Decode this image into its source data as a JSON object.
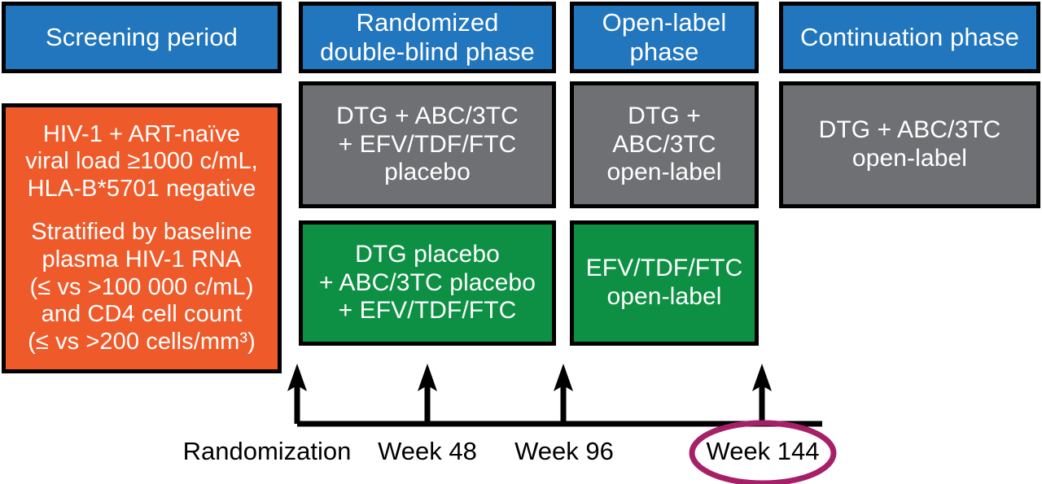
{
  "diagram": {
    "title": "Clinical trial design schematic",
    "colors": {
      "phase_header": "#2176bd",
      "population": "#ef5a2a",
      "arm_gray": "#6e7073",
      "arm_green": "#0d9044",
      "border": "#000000",
      "highlight_ellipse": "#a62068",
      "timeline": "#000000"
    },
    "phases": [
      {
        "id": "screening",
        "label": "Screening period"
      },
      {
        "id": "randomized-double-blind",
        "label": "Randomized\ndouble-blind phase"
      },
      {
        "id": "open-label",
        "label": "Open-label\nphase"
      },
      {
        "id": "continuation",
        "label": "Continuation phase"
      }
    ],
    "population": {
      "paragraph_1": "HIV-1 + ART-naïve\nviral load ≥1000 c/mL,\nHLA-B*5701 negative",
      "paragraph_2": "Stratified by baseline\nplasma HIV-1 RNA\n(≤ vs >100 000 c/mL)\nand CD4 cell count\n(≤ vs >200 cells/mm³)"
    },
    "arms": {
      "dtg_arm": [
        {
          "id": "dtg-double-blind",
          "label": "DTG + ABC/3TC\n+ EFV/TDF/FTC\nplacebo"
        },
        {
          "id": "dtg-open-label",
          "label": "DTG +\nABC/3TC\nopen-label"
        },
        {
          "id": "dtg-continuation",
          "label": "DTG + ABC/3TC\nopen-label"
        }
      ],
      "efv_arm": [
        {
          "id": "efv-double-blind",
          "label": "DTG placebo\n+ ABC/3TC placebo\n+ EFV/TDF/FTC"
        },
        {
          "id": "efv-open-label",
          "label": "EFV/TDF/FTC\nopen-label"
        }
      ]
    },
    "timeline": {
      "milestones": [
        {
          "id": "randomization",
          "label": "Randomization",
          "highlighted": false
        },
        {
          "id": "week-48",
          "label": "Week 48",
          "highlighted": false
        },
        {
          "id": "week-96",
          "label": "Week 96",
          "highlighted": false
        },
        {
          "id": "week-144",
          "label": "Week 144",
          "highlighted": true
        }
      ]
    }
  }
}
